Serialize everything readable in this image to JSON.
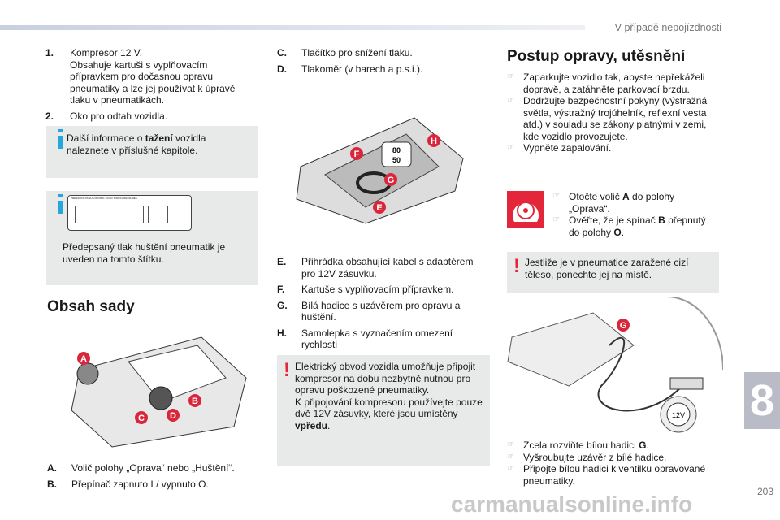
{
  "header": {
    "section": "V případě nepojízdnosti",
    "chapter": "8",
    "page": "203"
  },
  "col1": {
    "items": [
      {
        "num": "1.",
        "lines": [
          "Kompresor 12 V.",
          "Obsahuje kartuši s vyplňovacím přípravkem pro dočasnou opravu pneumatiky a lze jej používat k úpravě tlaku v pneumatikách."
        ]
      },
      {
        "num": "2.",
        "lines": [
          "Oko pro odtah vozidla."
        ]
      }
    ],
    "info1": {
      "pre": "Další informace o ",
      "bold": "tažení",
      "post": " vozidla naleznete v příslušné kapitole."
    },
    "info2": {
      "text": "Předepsaný tlak huštění pneumatik je uveden na tomto štítku.",
      "label_title": "PRESSIONS PNEUS FROIDS / COLD TYRES PRESSURES"
    },
    "heading": "Obsah sady",
    "tags": [
      "A",
      "B",
      "C",
      "D"
    ],
    "parts": [
      {
        "l": "A.",
        "t": "Volič polohy „Oprava“ nebo „Huštění“."
      },
      {
        "l": "B.",
        "t": "Přepínač zapnuto I / vypnuto O."
      }
    ]
  },
  "col2": {
    "parts_top": [
      {
        "l": "C.",
        "t": "Tlačítko pro snížení tlaku."
      },
      {
        "l": "D.",
        "t": "Tlakoměr (v barech a p.s.i.)."
      }
    ],
    "tags": [
      "E",
      "F",
      "G",
      "H"
    ],
    "speed": [
      "80",
      "50"
    ],
    "parts": [
      {
        "l": "E.",
        "t": "Přihrádka obsahující kabel s adaptérem pro 12V zásuvku."
      },
      {
        "l": "F.",
        "t": "Kartuše s vyplňovacím přípravkem."
      },
      {
        "l": "G.",
        "t": "Bílá hadice s uzávěrem pro opravu a huštění."
      },
      {
        "l": "H.",
        "t": "Samolepka s vyznačením omezení rychlosti"
      }
    ],
    "warning": {
      "pre": "Elektrický obvod vozidla umožňuje připojit kompresor na dobu nezbytně nutnou pro opravu poškozené pneumatiky.\nK připojování kompresoru používejte pouze dvě 12V zásuvky, které jsou umístěny ",
      "bold": "vpředu",
      "post": "."
    }
  },
  "col3": {
    "heading": "Postup opravy, utěsnění",
    "steps1": [
      "Zaparkujte vozidlo tak, abyste nepřekáželi dopravě, a zatáhněte parkovací brzdu.",
      "Dodržujte bezpečnostní pokyny (výstražná světla, výstražný trojúhelník, reflexní vesta atd.) v souladu se zákony platnými v zemi, kde vozidlo provozujete.",
      "Vypněte zapalování."
    ],
    "steps2": [
      {
        "pre": "Otočte volič ",
        "b": "A",
        "post": " do polohy „Oprava“."
      },
      {
        "pre": "Ověřte, že je spínač ",
        "b": "B",
        "post": " přepnutý do polohy ",
        "b2": "O",
        "post2": "."
      }
    ],
    "warning": "Jestliže je v pneumatice zaražené cizí těleso, ponechte jej na místě.",
    "tag": "G",
    "socket": "12V",
    "steps3": [
      {
        "pre": "Zcela rozviňte bílou hadici ",
        "b": "G",
        "post": "."
      },
      {
        "pre": "Vyšroubujte uzávěr z bílé hadice.",
        "b": "",
        "post": ""
      },
      {
        "pre": "Připojte bílou hadici k ventilku opravované pneumatiky.",
        "b": "",
        "post": ""
      }
    ]
  },
  "watermark": "carmanualsonline.info",
  "colors": {
    "accent": "#d9263a",
    "info": "#27a6dc",
    "box": "#e8eaea"
  }
}
